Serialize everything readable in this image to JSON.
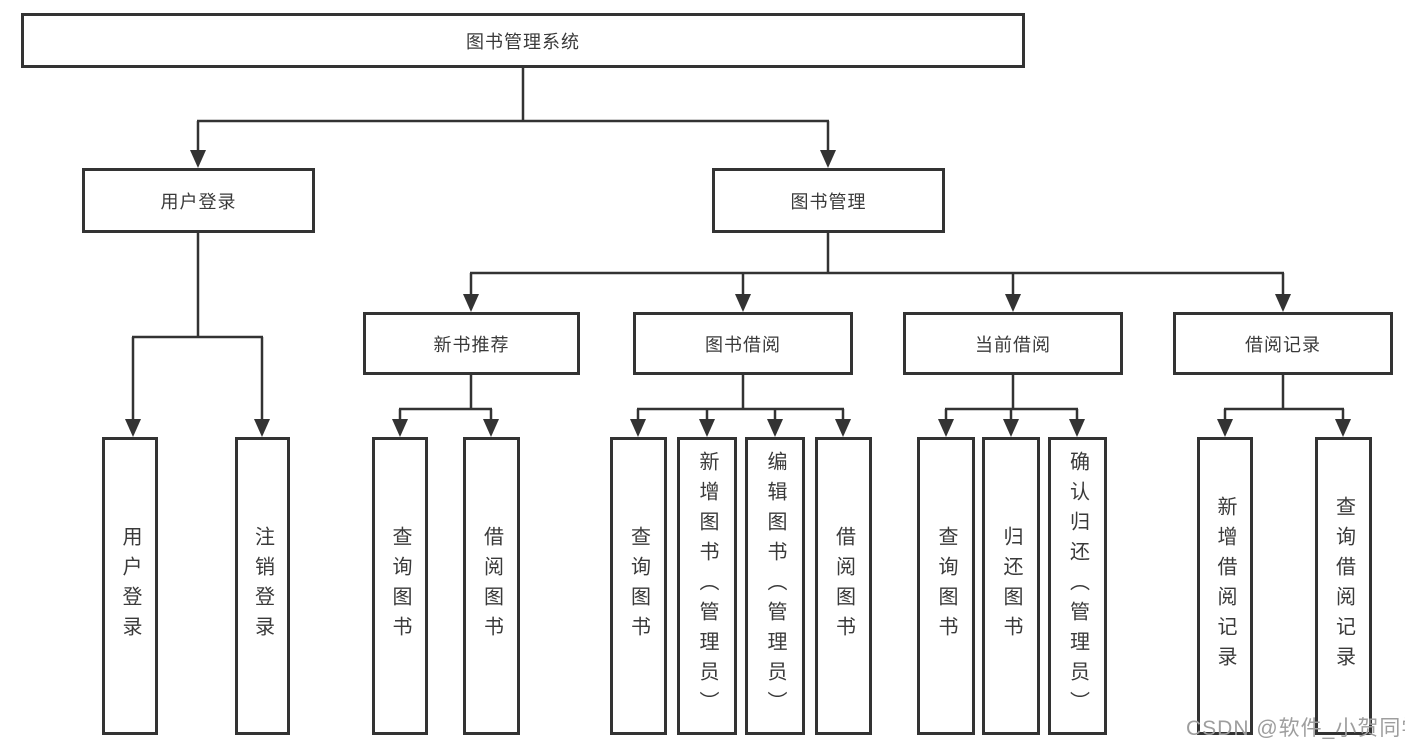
{
  "tree": {
    "root": {
      "label": "图书管理系统"
    },
    "children": [
      {
        "label": "用户登录",
        "children": [
          {
            "label": "用户登录"
          },
          {
            "label": "注销登录"
          }
        ]
      },
      {
        "label": "图书管理",
        "children": [
          {
            "label": "新书推荐",
            "children": [
              {
                "label": "查询图书"
              },
              {
                "label": "借阅图书"
              }
            ]
          },
          {
            "label": "图书借阅",
            "children": [
              {
                "label": "查询图书"
              },
              {
                "label": "新增图书（管理员）"
              },
              {
                "label": "编辑图书（管理员）"
              },
              {
                "label": "借阅图书"
              }
            ]
          },
          {
            "label": "当前借阅",
            "children": [
              {
                "label": "查询图书"
              },
              {
                "label": "归还图书"
              },
              {
                "label": "确认归还（管理员）"
              }
            ]
          },
          {
            "label": "借阅记录",
            "children": [
              {
                "label": "新增借阅记录"
              },
              {
                "label": "查询借阅记录"
              }
            ]
          }
        ]
      }
    ]
  },
  "watermark": {
    "text": "CSDN @软件_小贺同学",
    "color": "#9e9e9e"
  },
  "colors": {
    "line": "#333333",
    "text": "#3a3a3a",
    "background": "#ffffff",
    "box_fill": "#ffffff"
  }
}
